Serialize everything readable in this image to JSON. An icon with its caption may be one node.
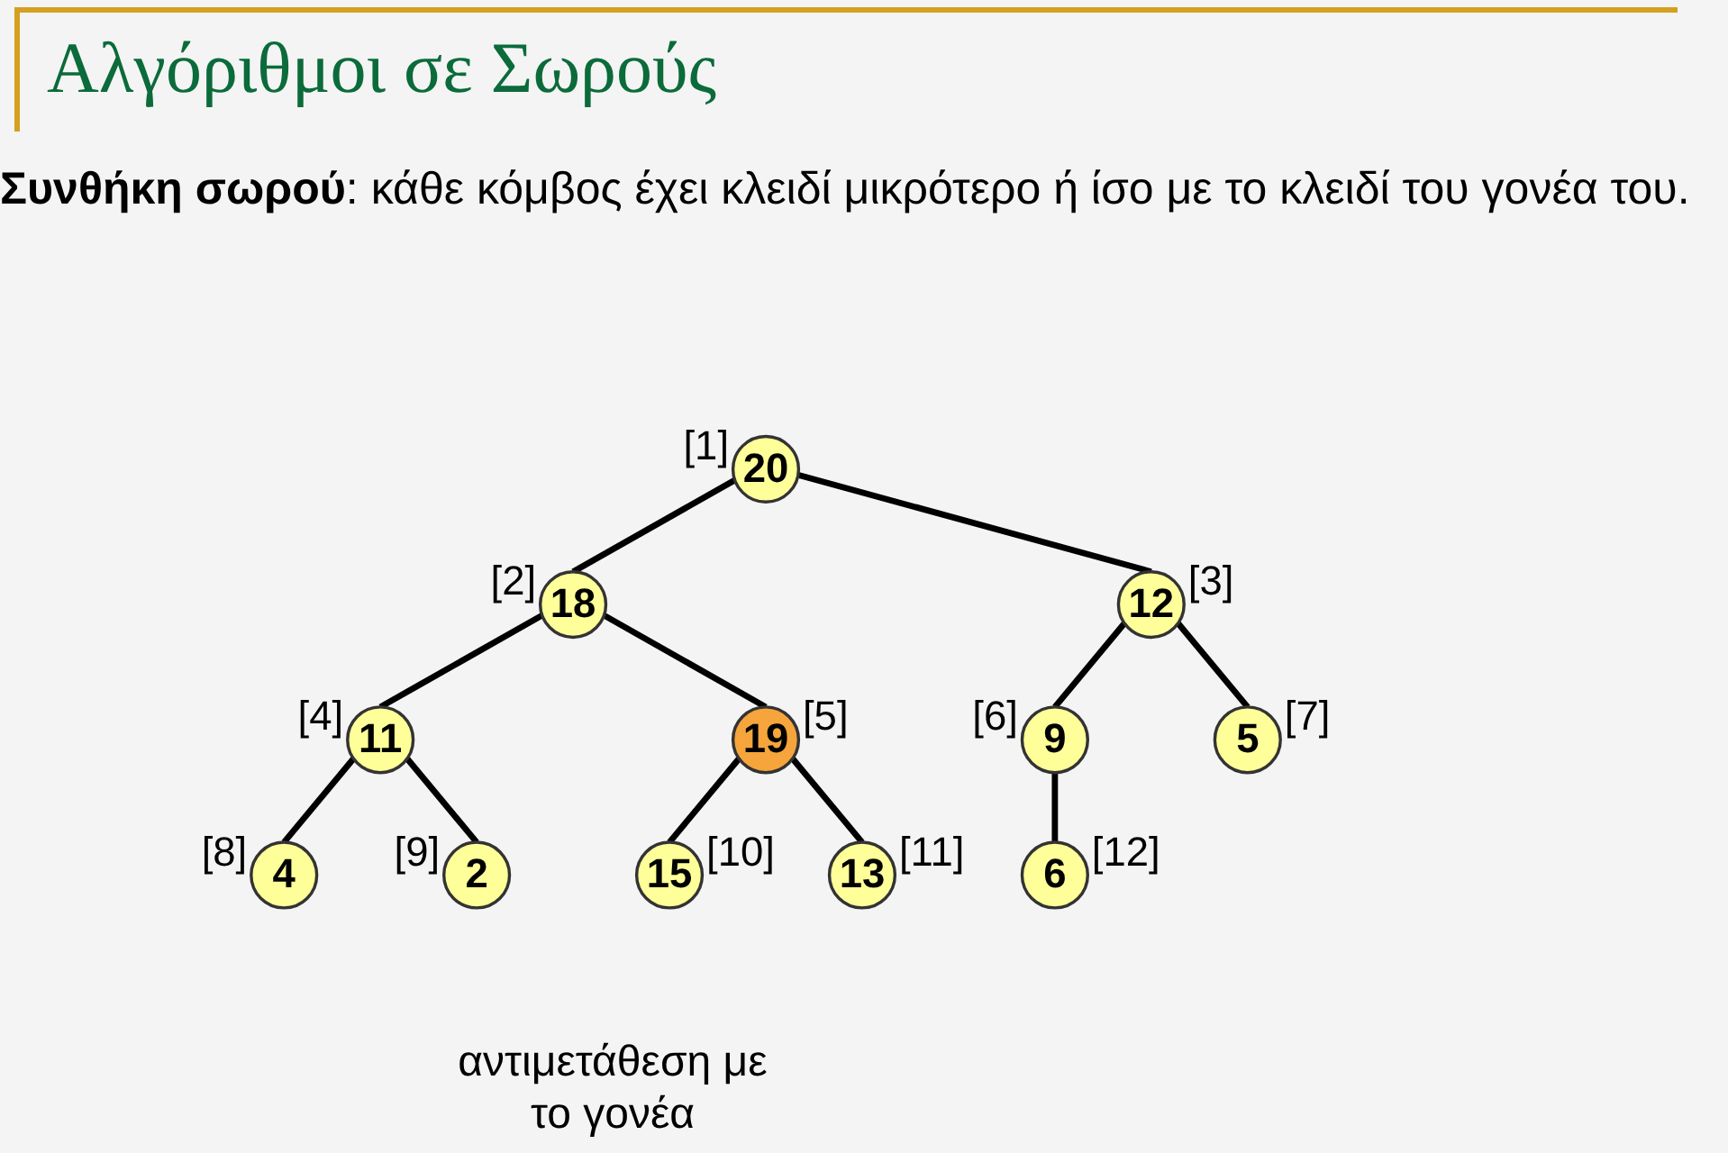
{
  "diagram": {
    "title": "Αλγόριθμοι σε Σωρούς",
    "nodes": [
      {
        "text": [
          "20"
        ],
        "beside": [
          "[1]"
        ]
      },
      {
        "text": [
          "18"
        ],
        "beside": [
          "[2]"
        ]
      },
      {
        "text": [
          "12"
        ],
        "beside": [
          "[3]"
        ]
      },
      {
        "text": [
          "11"
        ],
        "beside": [
          "[4]"
        ]
      },
      {
        "text": [
          "19"
        ],
        "beside": [
          "[5]"
        ]
      },
      {
        "text": [
          "9"
        ],
        "beside": [
          "[6]"
        ]
      },
      {
        "text": [
          "5"
        ],
        "beside": [
          "[7]"
        ]
      },
      {
        "text": [
          "4"
        ],
        "beside": [
          "[8]"
        ]
      },
      {
        "text": [
          "2"
        ],
        "beside": [
          "[9]"
        ]
      },
      {
        "text": [
          "15"
        ],
        "beside": [
          "[10]"
        ]
      },
      {
        "text": [
          "13"
        ],
        "beside": [
          "[11]"
        ]
      },
      {
        "text": [
          "6"
        ],
        "beside": [
          "[12]"
        ]
      }
    ],
    "edges": [
      {
        "from": 0,
        "to": 1,
        "arrow": "none"
      },
      {
        "from": 0,
        "to": 2,
        "arrow": "none"
      },
      {
        "from": 1,
        "to": 3,
        "arrow": "none"
      },
      {
        "from": 1,
        "to": 4,
        "arrow": "none"
      },
      {
        "from": 2,
        "to": 5,
        "arrow": "none"
      },
      {
        "from": 2,
        "to": 6,
        "arrow": "none"
      },
      {
        "from": 3,
        "to": 7,
        "arrow": "none"
      },
      {
        "from": 3,
        "to": 8,
        "arrow": "none"
      },
      {
        "from": 4,
        "to": 9,
        "arrow": "none"
      },
      {
        "from": 4,
        "to": 10,
        "arrow": "none"
      },
      {
        "from": 5,
        "to": 11,
        "arrow": "none"
      }
    ],
    "labels": [
      "**Συνθήκη σωρού**: κάθε κόμβος έχει κλειδί μικρότερο ή ίσο με το κλειδί του γονέα του.",
      "αντιμετάθεση με το γονέα"
    ]
  }
}
